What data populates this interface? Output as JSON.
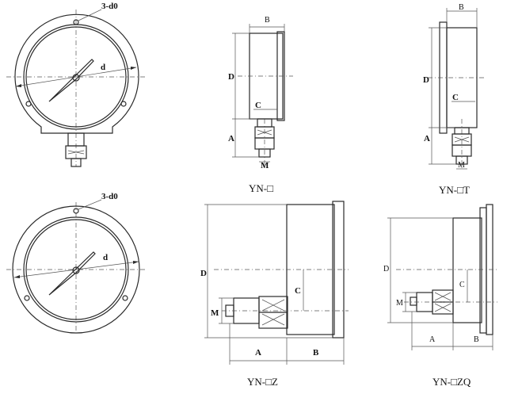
{
  "front_top": {
    "hole_label": "3-d0",
    "dial_label": "d"
  },
  "front_bottom": {
    "hole_label": "3-d0",
    "dial_label": "d"
  },
  "model_yn": {
    "caption": "YN-□",
    "dim_b": "B",
    "dim_d": "D",
    "dim_c": "C",
    "dim_a": "A",
    "dim_m": "M"
  },
  "model_ynt": {
    "caption": "YN-□T",
    "dim_b": "B",
    "dim_d": "D",
    "dim_c": "C",
    "dim_a": "A",
    "dim_m": "M"
  },
  "model_ynz": {
    "caption": "YN-□Z",
    "dim_d": "D",
    "dim_c": "C",
    "dim_m": "M",
    "dim_a": "A",
    "dim_b": "B"
  },
  "model_ynzq": {
    "caption": "YN-□ZQ",
    "dim_d": "D",
    "dim_c": "C",
    "dim_m": "M",
    "dim_a": "A",
    "dim_b": "B"
  }
}
